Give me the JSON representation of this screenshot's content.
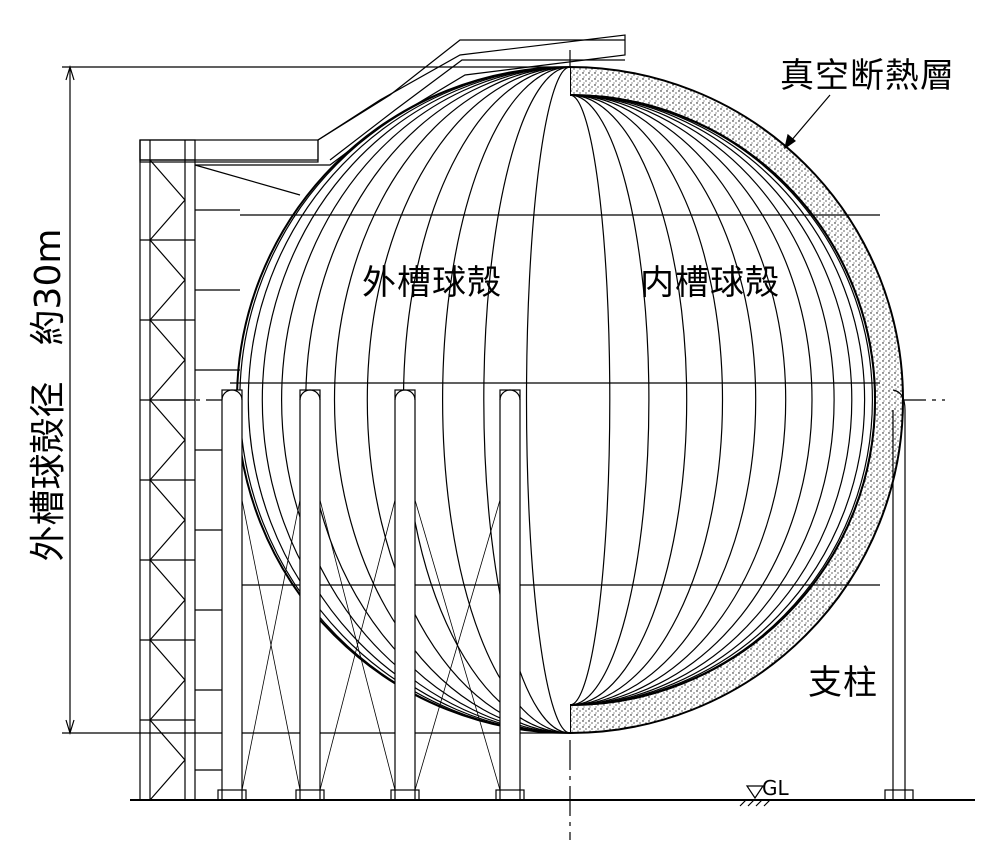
{
  "labels": {
    "vacuum_insulation": "真空断熱層",
    "outer_shell": "外槽球殻",
    "inner_shell": "内槽球殻",
    "outer_diameter": "外槽球殻径　約30m",
    "support_column": "支柱",
    "ground_level": "GL"
  },
  "colors": {
    "line": "#000000",
    "background": "#ffffff"
  }
}
